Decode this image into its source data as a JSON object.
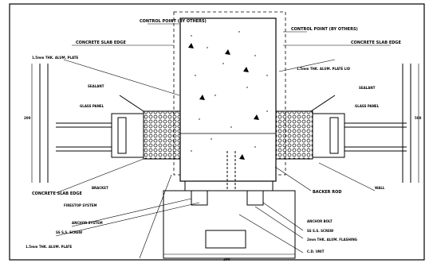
{
  "detail": {
    "labels": {
      "control_point_left": "CONTROL POINT (BY OTHERS)",
      "control_point_right": "CONTROL POINT (BY OTHERS)",
      "concrete_slab_left": "CONCRETE SLAB EDGE",
      "concrete_slab_right": "CONCRETE SLAB EDGE",
      "plate_left": "1.5mm THK. ALUM. PLATE",
      "plate_right": "1.5mm THK. ALUM. PLATE LID",
      "sealant_left": "SEALANT",
      "sealant_right": "SEALANT",
      "concrete_edge_bottom_left": "CONCRETE SLAB EDGE",
      "glass_left": "GLASS PANEL",
      "glass_right": "GLASS PANEL",
      "fire_stop": "FIRESTOP SYSTEM",
      "bracket_left": "BRACKET",
      "anchor_system": "ANCHOR SYSTEM",
      "wall_left": "WALL",
      "ss_screw": "SS S.S. SCREW",
      "bottom_plate": "1.5mm THK. ALUM. PLATE",
      "backer_rod": "BACKER ROD",
      "anchor_bolt": "ANCHOR BOLT",
      "ss_screw_right": "SS S.S. SCREW",
      "alum_flashing": "2mm THK. ALUM. FLASHING",
      "cd_unit": "C.D. UNIT",
      "dim_top": "500",
      "dim_bottom": "200",
      "dim_left": "200"
    }
  }
}
